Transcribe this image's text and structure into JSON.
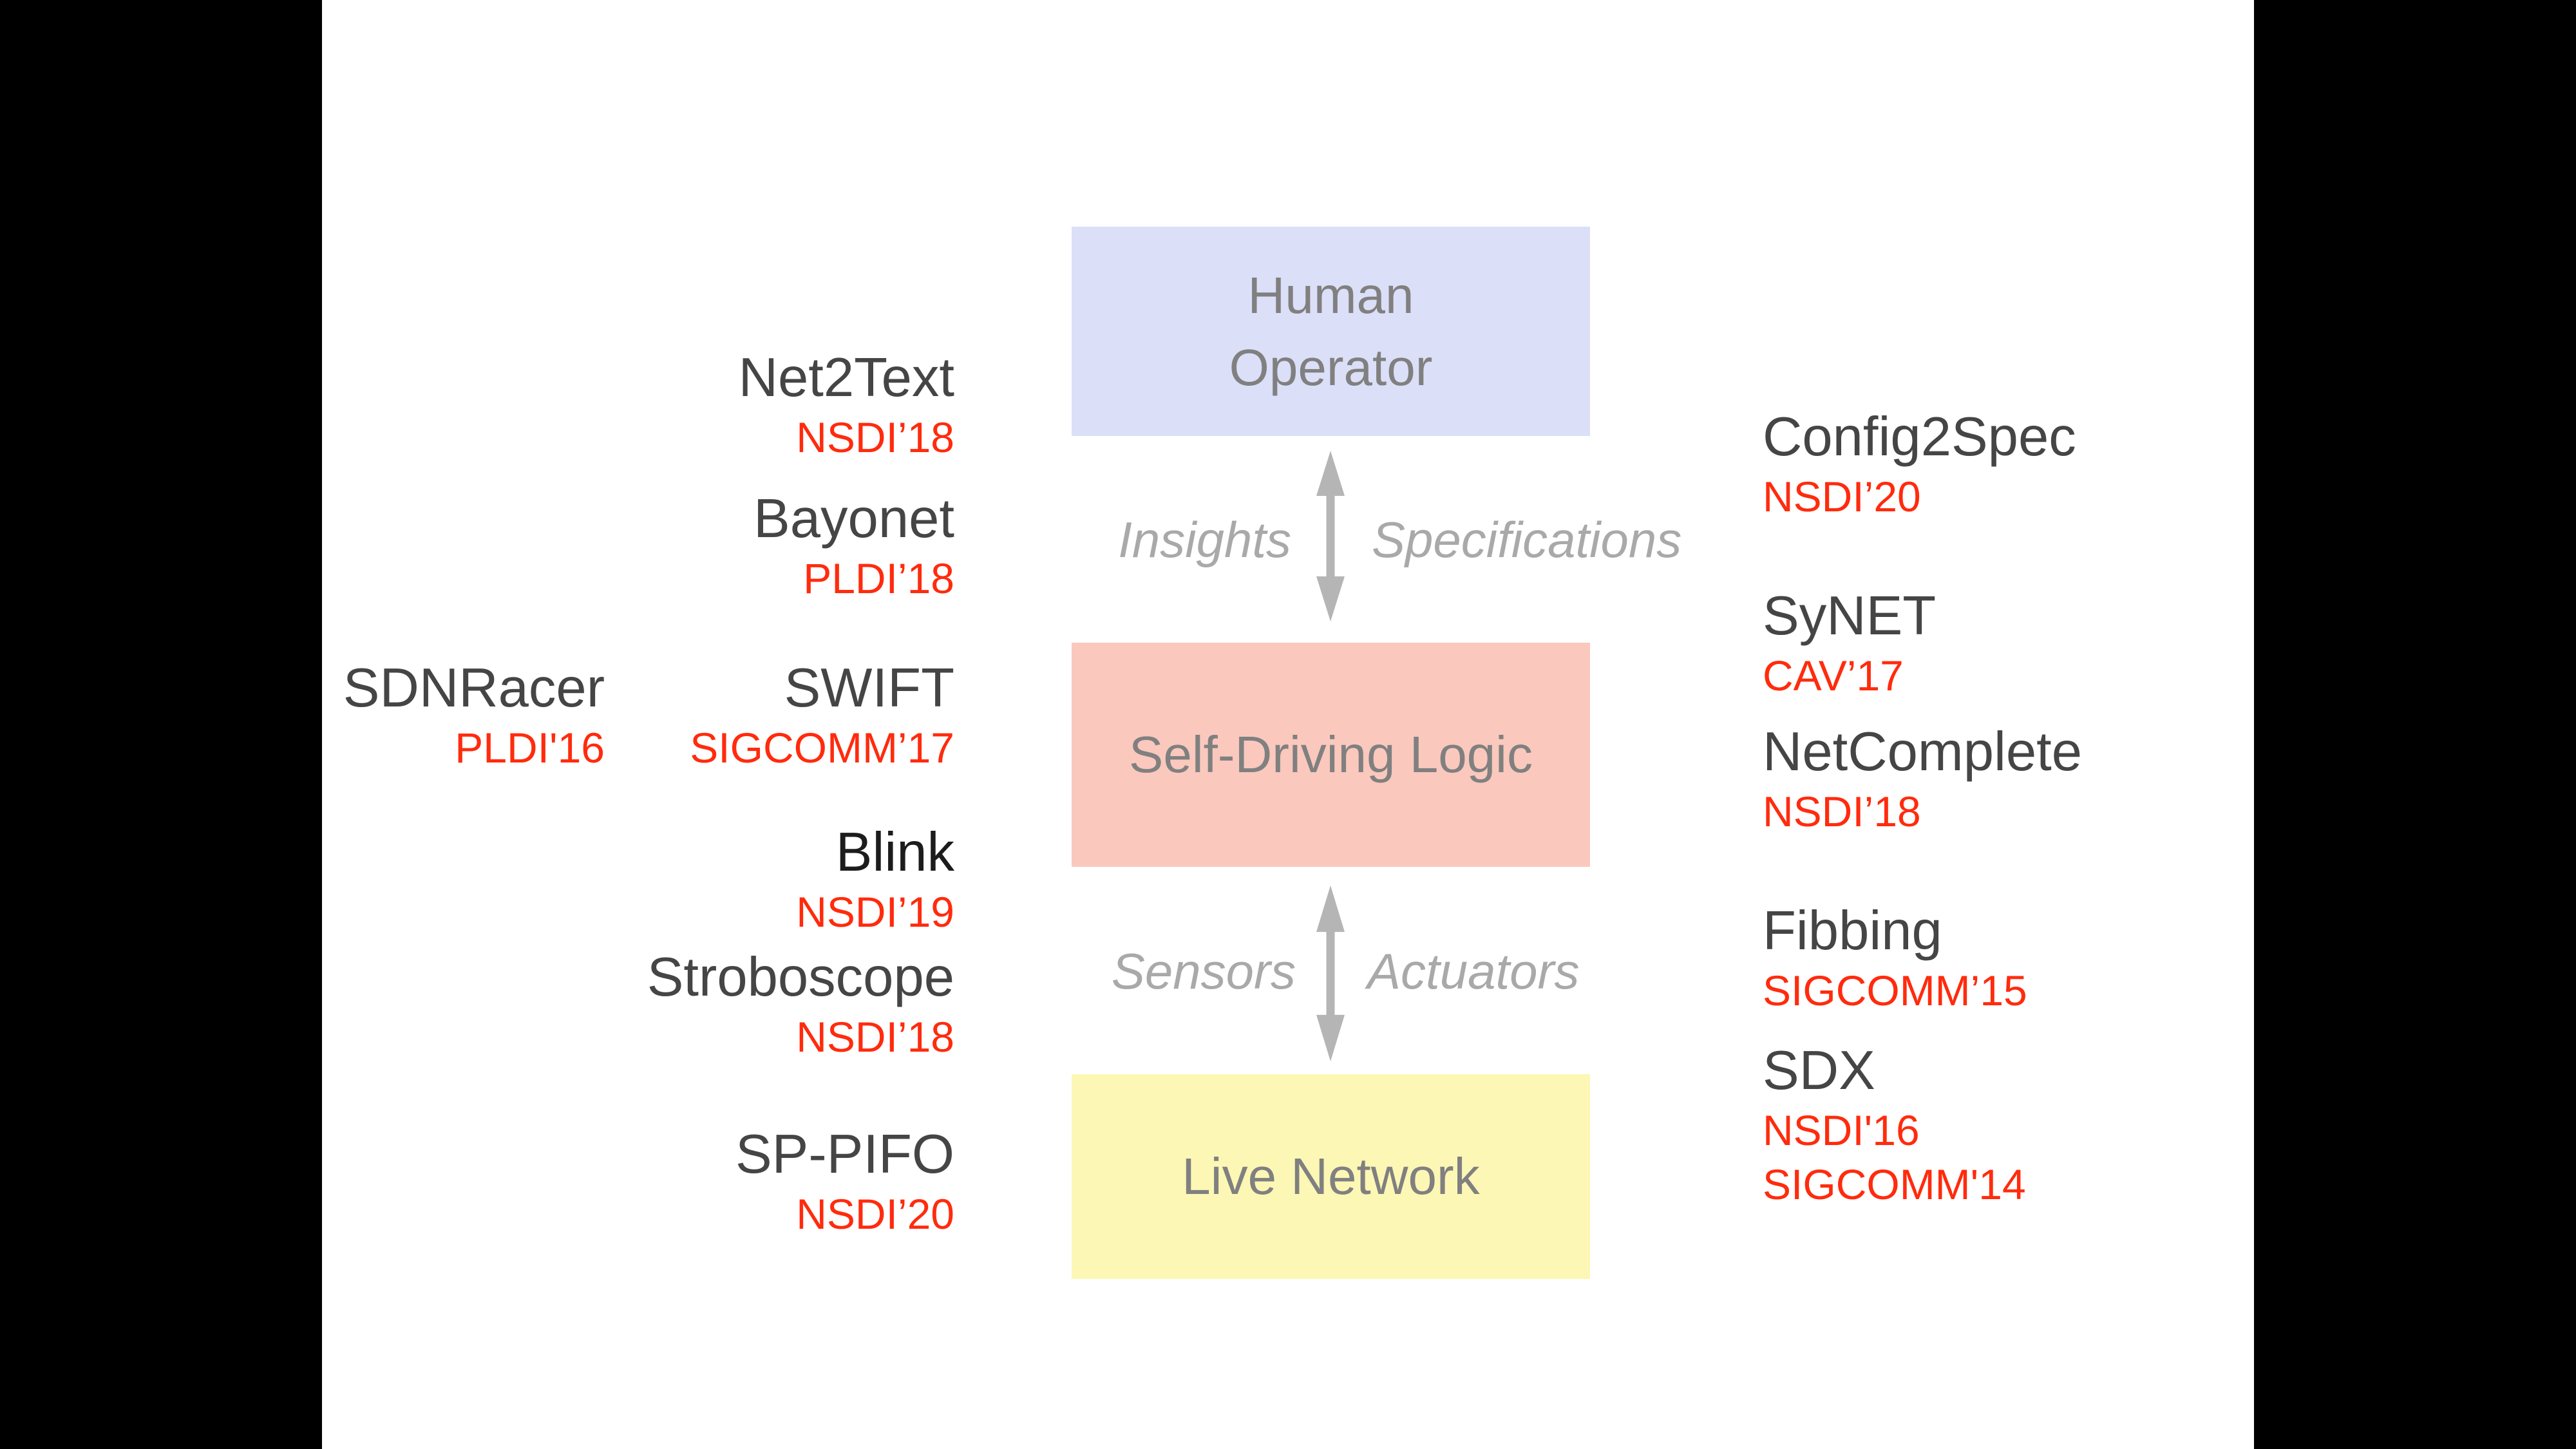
{
  "slide": {
    "boxes": [
      {
        "id": "human-operator",
        "lines": [
          "Human",
          "Operator"
        ]
      },
      {
        "id": "self-driving-logic",
        "lines": [
          "Self-Driving Logic"
        ]
      },
      {
        "id": "live-network",
        "lines": [
          "Live Network"
        ]
      }
    ],
    "flows": [
      {
        "left_label": "Insights",
        "right_label": "Specifications"
      },
      {
        "left_label": "Sensors",
        "right_label": "Actuators"
      }
    ],
    "publications_left": [
      {
        "name": "Net2Text",
        "venues": [
          "NSDI’18"
        ]
      },
      {
        "name": "Bayonet",
        "venues": [
          "PLDI’18"
        ]
      },
      {
        "name": "SDNRacer",
        "venues": [
          "PLDI'16"
        ]
      },
      {
        "name": "SWIFT",
        "venues": [
          "SIGCOMM’17"
        ]
      },
      {
        "name": "Blink",
        "venues": [
          "NSDI’19"
        ],
        "emphasis": true
      },
      {
        "name": "Stroboscope",
        "venues": [
          "NSDI’18"
        ]
      },
      {
        "name": "SP-PIFO",
        "venues": [
          "NSDI’20"
        ]
      }
    ],
    "publications_right": [
      {
        "name": "Config2Spec",
        "venues": [
          "NSDI’20"
        ]
      },
      {
        "name": "SyNET",
        "venues": [
          "CAV’17"
        ]
      },
      {
        "name": "NetComplete",
        "venues": [
          "NSDI’18"
        ]
      },
      {
        "name": "Fibbing",
        "venues": [
          "SIGCOMM’15"
        ]
      },
      {
        "name": "SDX",
        "venues": [
          "NSDI'16",
          "SIGCOMM'14"
        ]
      }
    ],
    "colors": {
      "letterbox": "#000000",
      "slide_background": "#ffffff",
      "box_human_operator": "#dcdff8",
      "box_self_driving_logic": "#fac8bd",
      "box_live_network": "#fcf7b5",
      "box_label_gray": "#808080",
      "flow_label_gray": "#a9a9a9",
      "arrow_gray": "#b5b5b5",
      "publication_name_gray": "#454545",
      "publication_name_emphasis": "#1c1c1c",
      "venue_red": "#ff2b0d"
    }
  }
}
